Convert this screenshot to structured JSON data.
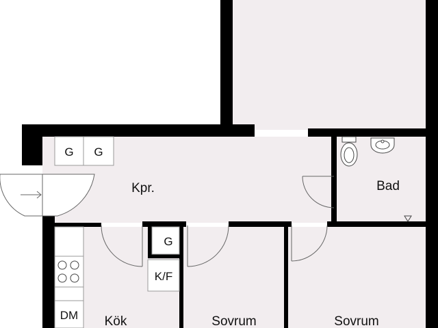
{
  "colors": {
    "wall": "#000000",
    "floor": "#f2edef",
    "fixture": "#ffffff",
    "line": "#666666"
  },
  "rooms": {
    "hall": "Kpr.",
    "bath": "Bad",
    "kitchen": "Kök",
    "bedroom_1": "Sovrum",
    "bedroom_2": "Sovrum"
  },
  "fixtures": {
    "wardrobe_1": "G",
    "wardrobe_2": "G",
    "wardrobe_3": "G",
    "fridge_freezer": "K/F",
    "dishwasher": "DM"
  },
  "icons": {
    "entrance": "entrance-arrow-icon",
    "toilet": "toilet-icon",
    "sink": "sink-icon",
    "drain": "floor-drain-icon",
    "stove": "stove-icon"
  }
}
